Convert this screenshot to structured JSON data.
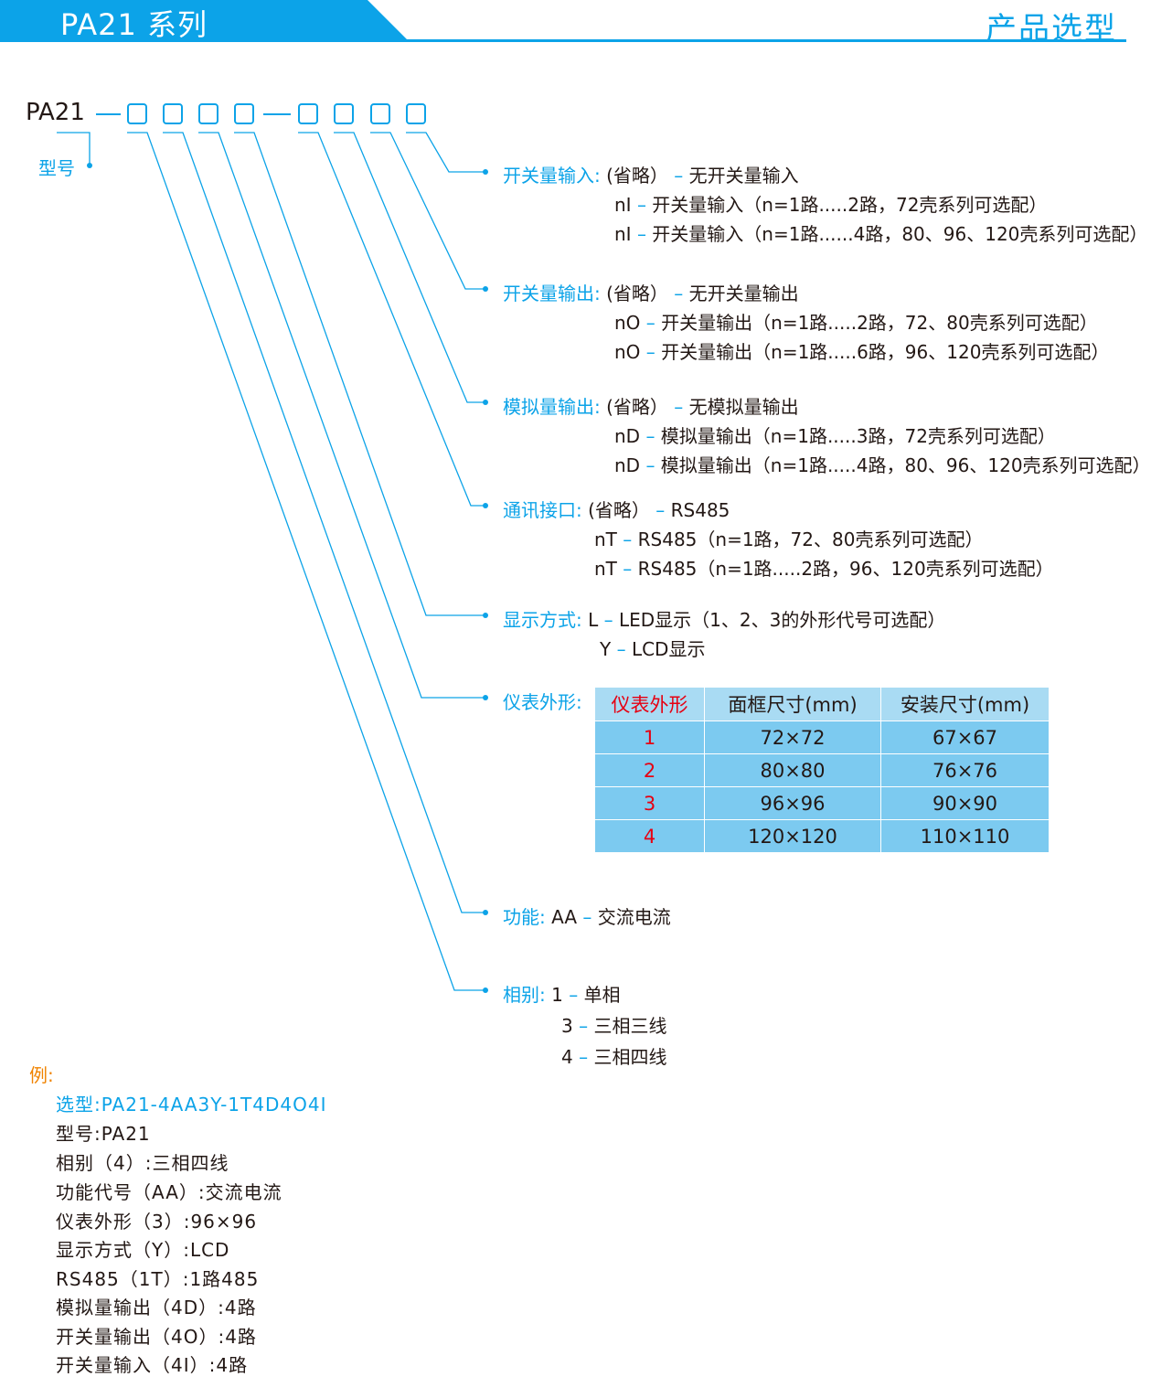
{
  "header": {
    "series_title": "PA21 系列",
    "section_title": "产品选型",
    "accent_color": "#0ca3e8"
  },
  "model": {
    "prefix": "PA21",
    "label": "型号"
  },
  "options": {
    "di": {
      "label": "开关量输入:",
      "lines": [
        {
          "code": "(省略）",
          "sep": "–",
          "text": "无开关量输入"
        },
        {
          "code": "nI",
          "sep": "–",
          "text": "开关量输入（n=1路.....2路，72壳系列可选配）"
        },
        {
          "code": "nI",
          "sep": "–",
          "text": "开关量输入（n=1路......4路，80、96、120壳系列可选配）"
        }
      ]
    },
    "do": {
      "label": "开关量输出:",
      "lines": [
        {
          "code": "(省略）",
          "sep": "–",
          "text": "无开关量输出"
        },
        {
          "code": "nO",
          "sep": "–",
          "text": "开关量输出（n=1路.....2路，72、80壳系列可选配）"
        },
        {
          "code": "nO",
          "sep": "–",
          "text": "开关量输出（n=1路.....6路，96、120壳系列可选配）"
        }
      ]
    },
    "ao": {
      "label": "模拟量输出:",
      "lines": [
        {
          "code": "(省略）",
          "sep": "–",
          "text": "无模拟量输出"
        },
        {
          "code": "nD",
          "sep": "–",
          "text": "模拟量输出（n=1路.....3路，72壳系列可选配）"
        },
        {
          "code": "nD",
          "sep": "–",
          "text": "模拟量输出（n=1路.....4路，80、96、120壳系列可选配）"
        }
      ]
    },
    "comm": {
      "label": "通讯接口:",
      "lines": [
        {
          "code": "(省略）",
          "sep": "–",
          "text": "RS485"
        },
        {
          "code": "nT",
          "sep": "–",
          "text": "RS485（n=1路，72、80壳系列可选配）"
        },
        {
          "code": "nT",
          "sep": "–",
          "text": "RS485（n=1路.....2路，96、120壳系列可选配）"
        }
      ]
    },
    "display": {
      "label": "显示方式:",
      "lines": [
        {
          "code": "L",
          "sep": "–",
          "text": "LED显示（1、2、3的外形代号可选配）"
        },
        {
          "code": "Y",
          "sep": "–",
          "text": "LCD显示"
        }
      ]
    },
    "shape": {
      "label": "仪表外形:",
      "table": {
        "headers": [
          "仪表外形",
          "面框尺寸(mm)",
          "安装尺寸(mm)"
        ],
        "rows": [
          [
            "1",
            "72×72",
            "67×67"
          ],
          [
            "2",
            "80×80",
            "76×76"
          ],
          [
            "3",
            "96×96",
            "90×90"
          ],
          [
            "4",
            "120×120",
            "110×110"
          ]
        ]
      }
    },
    "function": {
      "label": "功能:",
      "lines": [
        {
          "code": "AA",
          "sep": "–",
          "text": "交流电流"
        }
      ]
    },
    "phase": {
      "label": "相别:",
      "lines": [
        {
          "code": "1",
          "sep": "–",
          "text": "单相"
        },
        {
          "code": "3",
          "sep": "–",
          "text": "三相三线"
        },
        {
          "code": "4",
          "sep": "–",
          "text": "三相四线"
        }
      ]
    }
  },
  "example": {
    "heading": "例:",
    "selection_label": "选型:",
    "selection_code": "PA21-4AA3Y-1T4D4O4I",
    "lines": [
      "型号:PA21",
      "相别（4）:三相四线",
      "功能代号（AA）:交流电流",
      "仪表外形（3）:96×96",
      "显示方式（Y）:LCD",
      "RS485（1T）:1路485",
      "模拟量输出（4D）:4路",
      "开关量输出（4O）:4路",
      "开关量输入（4I）:4路"
    ]
  }
}
